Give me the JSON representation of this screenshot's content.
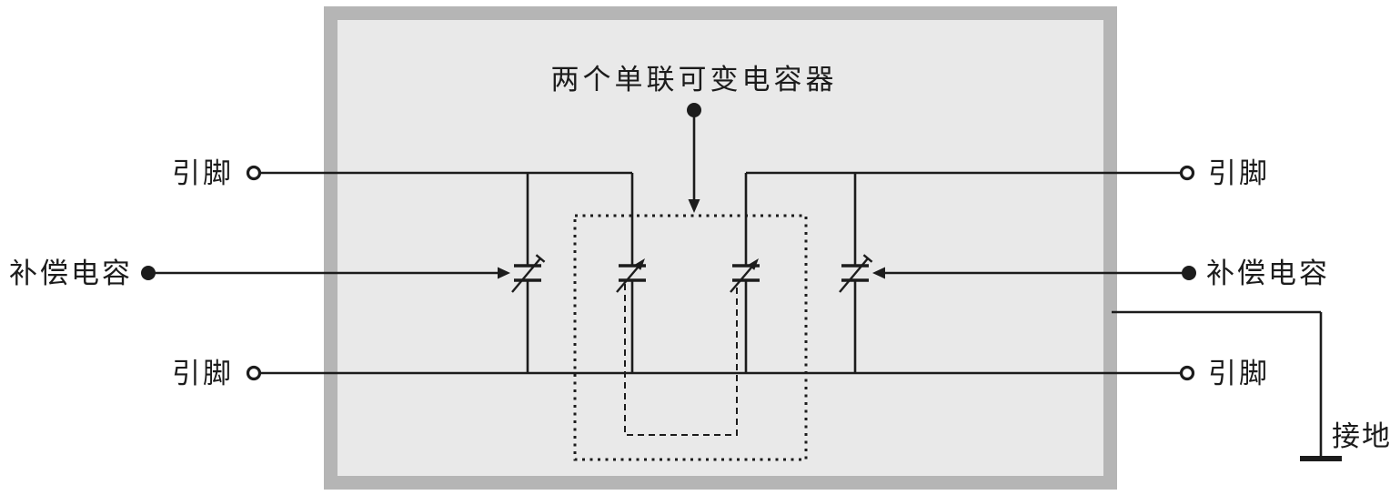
{
  "diagram": {
    "title": "两个单联可变电容器",
    "pins": {
      "top_left": "引脚",
      "top_right": "引脚",
      "bottom_left": "引脚",
      "bottom_right": "引脚"
    },
    "compensation_left": "补偿电容",
    "compensation_right": "补偿电容",
    "ground": "接地",
    "colors": {
      "body_border": "#b5b5b5",
      "body_fill": "#e9e9e9",
      "line": "#1c1c1c",
      "background": "#ffffff"
    }
  }
}
